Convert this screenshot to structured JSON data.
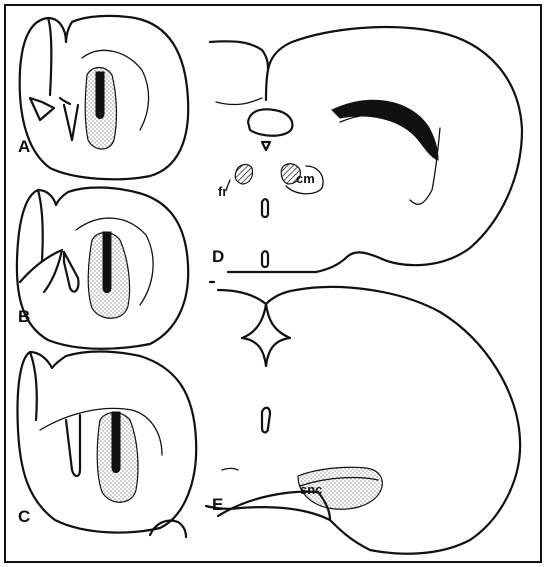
{
  "figure": {
    "panels": [
      {
        "id": "A",
        "label": "A"
      },
      {
        "id": "B",
        "label": "B"
      },
      {
        "id": "C",
        "label": "C"
      },
      {
        "id": "D",
        "label": "D"
      },
      {
        "id": "E",
        "label": "E"
      }
    ],
    "structure_labels": {
      "fr": "fr",
      "cm": "cm",
      "snc": "snc"
    },
    "colors": {
      "ink": "#111111",
      "stipple": "#9a9a9a",
      "paper": "#ffffff"
    }
  }
}
